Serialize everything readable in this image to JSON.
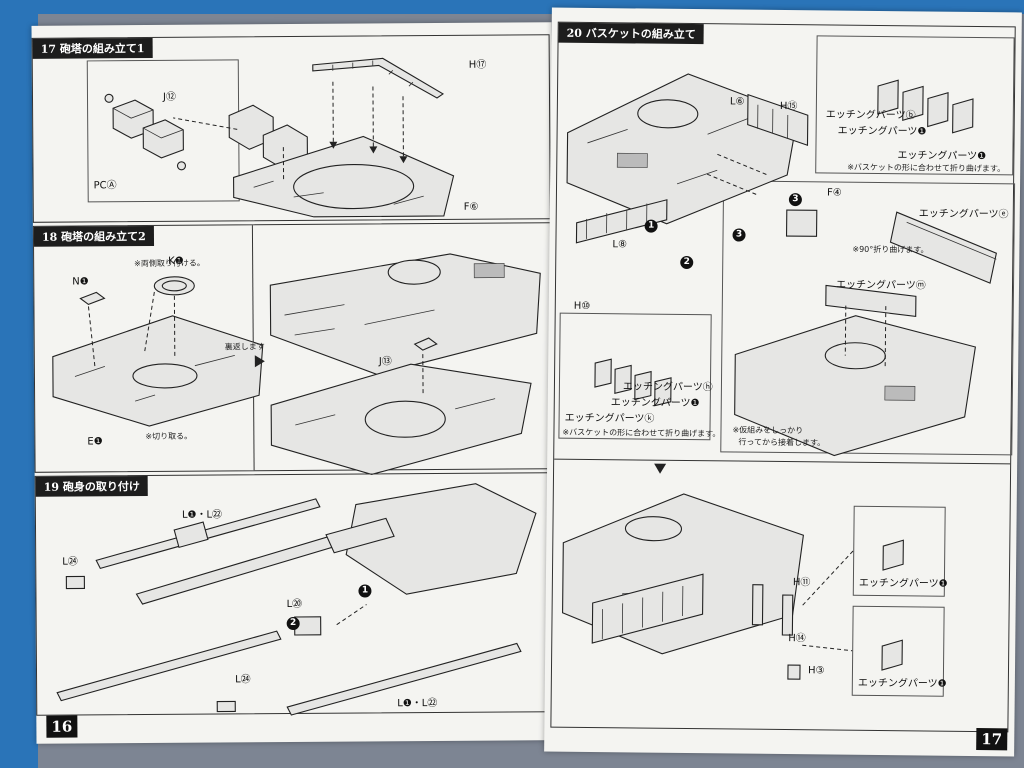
{
  "manual": {
    "left_page": {
      "page_number": "16",
      "sections": [
        {
          "title": "17 砲塔の組み立て1",
          "labels": {
            "j": "J⑫",
            "pc": "PCⒶ",
            "h": "H⑰",
            "f": "F⑥"
          }
        },
        {
          "title": "18 砲塔の組み立て2",
          "labels": {
            "k": "K❶",
            "n": "N❶",
            "e": "E❶",
            "j": "J⑬"
          },
          "notes": {
            "both_sides": "※両側取り付ける。",
            "cut": "※切り取る。",
            "continue": "裏返します"
          }
        },
        {
          "title": "19 砲身の取り付け",
          "labels": {
            "l_top": "L❶・L㉒",
            "l_left": "L㉔",
            "l_mid": "L⑳",
            "l_bottom_left": "L㉔",
            "l_bottom": "L❶・L㉒"
          },
          "steps": [
            "1",
            "2"
          ]
        }
      ]
    },
    "right_page": {
      "page_number": "17",
      "sections": [
        {
          "title": "20 バスケットの組み立て",
          "labels": {
            "l6": "L⑥",
            "h15": "H⑮",
            "h10": "H⑩",
            "l8": "L⑧",
            "f4": "F④",
            "etch_b": "エッチングパーツⓑ",
            "etch_i": "エッチングパーツ❶",
            "etch_j": "エッチングパーツ❶",
            "etch_e": "エッチングパーツⓔ",
            "etch_m": "エッチングパーツⓜ",
            "etch_h": "エッチングパーツⓗ",
            "etch_i2": "エッチングパーツ❶",
            "etch_k": "エッチングパーツⓚ",
            "h11": "H⑪",
            "h14": "H⑭",
            "h3": "H③",
            "etch_final1": "エッチングパーツ❶",
            "etch_final2": "エッチングパーツ❶"
          },
          "notes": {
            "bend1": "※バスケットの形に合わせて折り曲げます。",
            "bend90": "※90°折り曲げます。",
            "bend2": "※バスケットの形に合わせて折り曲げます。",
            "temp": "※仮組みをしっかり",
            "temp2": "行ってから接着します。"
          },
          "steps": [
            "1",
            "2",
            "3",
            "3"
          ]
        }
      ]
    }
  },
  "colors": {
    "background": "#2a74b8",
    "page": "#f4f4f1",
    "ink": "#1d1d1d"
  }
}
